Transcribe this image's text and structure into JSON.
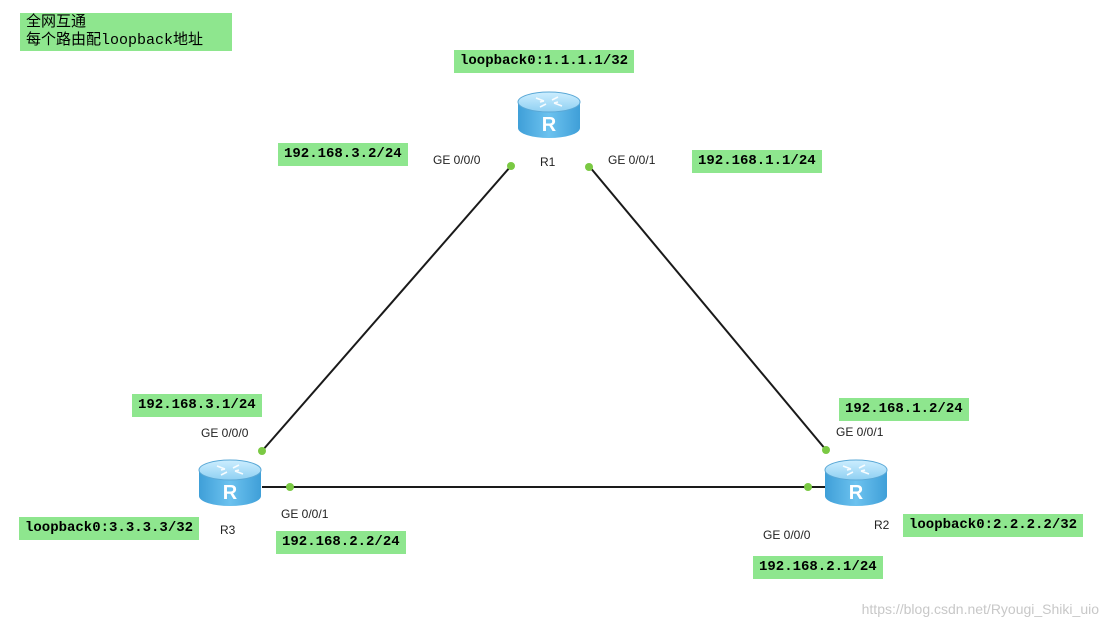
{
  "title_note": {
    "line1": "全网互通",
    "line2": "每个路由配loopback地址"
  },
  "routers": {
    "r1": {
      "name": "R1",
      "loopback": "loopback0:1.1.1.1/32"
    },
    "r2": {
      "name": "R2",
      "loopback": "loopback0:2.2.2.2/32"
    },
    "r3": {
      "name": "R3",
      "loopback": "loopback0:3.3.3.3/32"
    }
  },
  "ports": {
    "r1_ge000": "GE 0/0/0",
    "r1_ge001": "GE 0/0/1",
    "r2_ge001": "GE 0/0/1",
    "r2_ge000": "GE 0/0/0",
    "r3_ge000": "GE 0/0/0",
    "r3_ge001": "GE 0/0/1"
  },
  "ip_labels": {
    "r1_ge000": "192.168.3.2/24",
    "r1_ge001": "192.168.1.1/24",
    "r2_ge001": "192.168.1.2/24",
    "r2_ge000": "192.168.2.1/24",
    "r3_ge000": "192.168.3.1/24",
    "r3_ge001": "192.168.2.2/24"
  },
  "colors": {
    "label_bg": "#8ee68e",
    "router_body": "#5ab4e6",
    "router_top": "#a9dcf6",
    "link": "#1a1a1a",
    "port_dot": "#7ac943"
  },
  "watermark": "https://blog.csdn.net/Ryougi_Shiki_uio"
}
